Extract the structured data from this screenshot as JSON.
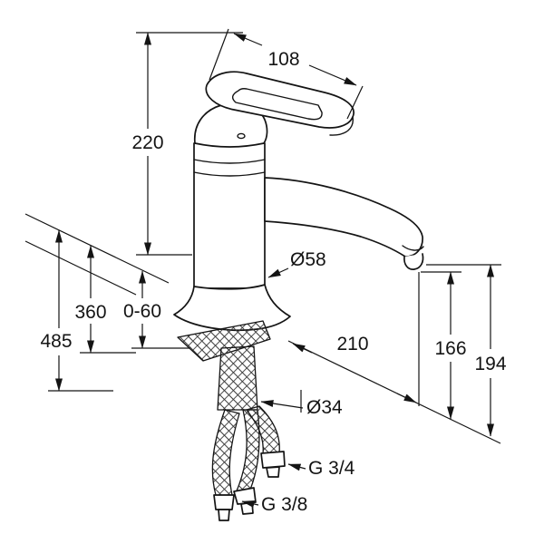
{
  "page": {
    "background": "#ffffff"
  },
  "drawing": {
    "kind": "technical dimension drawing",
    "subject": "single-lever kitchen sink mixer tap with flexible supply hoses",
    "line_color": "#141414",
    "labels": {
      "lever_length": "108",
      "body_height": "220",
      "spout_reach": "210",
      "base_diameter": "Ø58",
      "shank_diameter": "Ø34",
      "mounting_thickness": "0-60",
      "length_to_appliance": "360",
      "length_to_supply": "485",
      "spout_height_low": "166",
      "spout_height_high": "194",
      "appliance_thread": "G 3/4",
      "supply_thread": "G 3/8"
    }
  }
}
